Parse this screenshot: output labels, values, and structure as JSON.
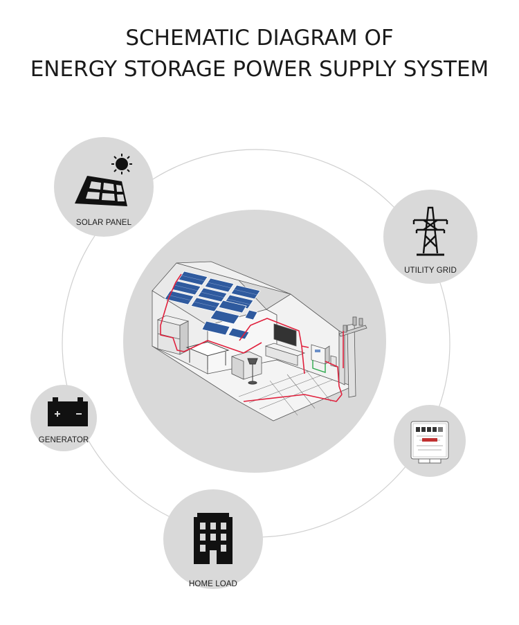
{
  "title": {
    "line1": "SCHEMATIC DIAGRAM OF",
    "line2": "ENERGY STORAGE POWER SUPPLY SYSTEM"
  },
  "nodes": {
    "solar": {
      "label": "SOLAR PANEL",
      "icon": "solar-panel-icon"
    },
    "grid": {
      "label": "UTILITY GRID",
      "icon": "transmission-tower-icon"
    },
    "generator": {
      "label": "GENERATOR",
      "icon": "battery-icon"
    },
    "meter": {
      "label": "",
      "icon": "electric-meter-icon"
    },
    "home": {
      "label": "HOME LOAD",
      "icon": "building-icon"
    }
  },
  "colors": {
    "circle": "#d9d9d9",
    "ring": "#cfcfcf",
    "wire": "#e0203c",
    "panel": "#2f5a9e",
    "ground_wire": "#2aa84a"
  }
}
